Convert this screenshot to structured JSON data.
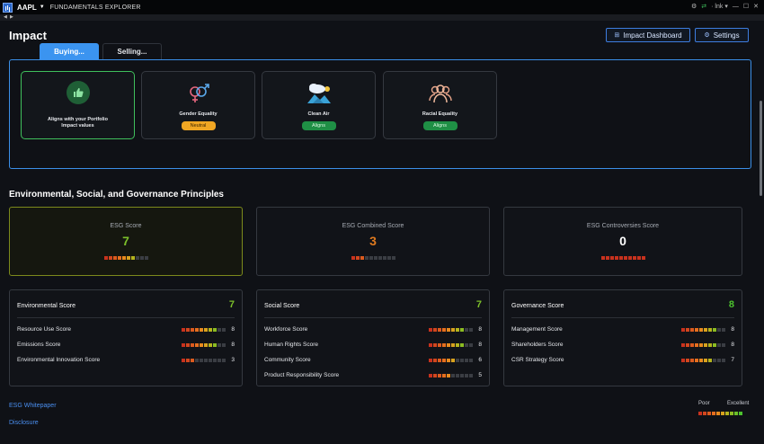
{
  "titlebar": {
    "ticker": "AAPL",
    "app_name": "FUNDAMENTALS EXPLORER",
    "controls": [
      "⚙",
      "⇄",
      "· lnk ▾",
      "—",
      "☐",
      "✕"
    ]
  },
  "header": {
    "title": "Impact",
    "impact_dashboard_label": "Impact Dashboard",
    "settings_label": "Settings"
  },
  "tabs": [
    {
      "label": "Buying..."
    },
    {
      "label": "Selling..."
    }
  ],
  "impact_cards": [
    {
      "label": "Aligns with your Portfolio Impact values",
      "icon": "thumbs-up-icon"
    },
    {
      "label": "Gender Equality",
      "status": "Neutral",
      "icon": "gender-symbols-icon"
    },
    {
      "label": "Clean Air",
      "status": "Aligns",
      "icon": "cloud-landscape-icon"
    },
    {
      "label": "Racial Equality",
      "status": "Aligns",
      "icon": "people-group-icon"
    }
  ],
  "esg": {
    "section_title": "Environmental, Social, and Governance Principles",
    "summary": [
      {
        "label": "ESG Score",
        "value": "7",
        "color": "#7cbf2a"
      },
      {
        "label": "ESG Combined Score",
        "value": "3",
        "color": "#e07a1f"
      },
      {
        "label": "ESG Controversies Score",
        "value": "0",
        "color": "#ffffff"
      }
    ],
    "groups": [
      {
        "title": "Environmental Score",
        "value": "7",
        "rows": [
          {
            "label": "Resource Use Score",
            "value": "8"
          },
          {
            "label": "Emissions Score",
            "value": "8"
          },
          {
            "label": "Environmental Innovation Score",
            "value": "3"
          }
        ]
      },
      {
        "title": "Social Score",
        "value": "7",
        "rows": [
          {
            "label": "Workforce Score",
            "value": "8"
          },
          {
            "label": "Human Rights Score",
            "value": "8"
          },
          {
            "label": "Community Score",
            "value": "6"
          },
          {
            "label": "Product Responsibility Score",
            "value": "5"
          }
        ]
      },
      {
        "title": "Governance Score",
        "value": "8",
        "rows": [
          {
            "label": "Management Score",
            "value": "8"
          },
          {
            "label": "Shareholders Score",
            "value": "8"
          },
          {
            "label": "CSR Strategy Score",
            "value": "7"
          }
        ]
      }
    ]
  },
  "footer": {
    "whitepaper_label": "ESG Whitepaper",
    "disclosure_label": "Disclosure",
    "legend_poor": "Poor",
    "legend_excellent": "Excellent"
  },
  "scale_colors": [
    "#c8321e",
    "#d2461e",
    "#dc5a1e",
    "#e66e1e",
    "#e88a1e",
    "#d8a21e",
    "#b4b41e",
    "#8cbc22",
    "#6cc028",
    "#4cc22e"
  ],
  "colors": {
    "accent": "#3b94f0",
    "selected": "#3fbf5c",
    "neutral": "#f0a623",
    "aligns": "#1f8f45"
  }
}
